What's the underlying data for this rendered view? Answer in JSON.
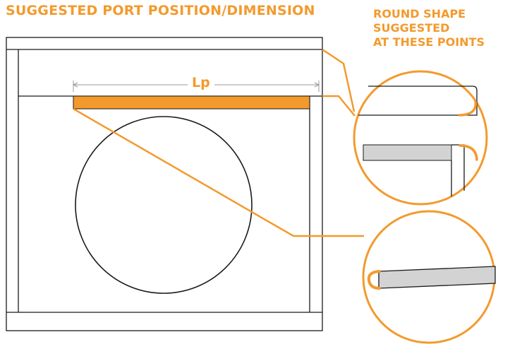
{
  "title": "SUGGESTED PORT POSITION/DIMENSION",
  "callout_lines": [
    "ROUND SHAPE",
    "SUGGESTED",
    "AT THESE POINTS"
  ],
  "dimension_label": "Lp",
  "colors": {
    "accent": "#f39a2d",
    "line": "#1a1a1a",
    "grey_port": "#d3d3d3",
    "dim_line": "#9a9a9a",
    "background": "#ffffff"
  }
}
